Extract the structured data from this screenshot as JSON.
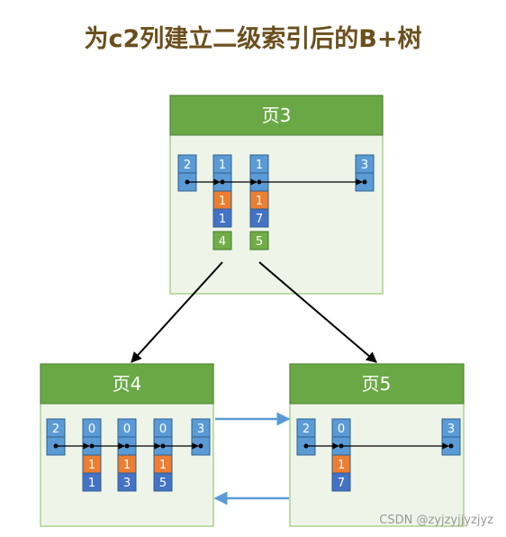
{
  "title": "为c2列建立二级索引后的B+树",
  "watermark": "CSDN @zyjzyjjyzjyz",
  "colors": {
    "header": "#6aa845",
    "page_bg": "#eef5e8",
    "page_border": "#a9d28e",
    "c2_cell": "#5b9bd5",
    "c1_cell": "#ed7d31",
    "pk_cell": "#4472c4",
    "pageno_cell": "#70ad47",
    "link_arrow": "#5b9bd5"
  },
  "pages": [
    {
      "label": "页3",
      "records": [
        {
          "c2": "2"
        },
        {
          "c2": "1",
          "c1": "1",
          "pk": "1",
          "page": "4"
        },
        {
          "c2": "1",
          "c1": "1",
          "pk": "7",
          "page": "5"
        },
        {
          "c2": "3"
        }
      ]
    },
    {
      "label": "页4",
      "records": [
        {
          "c2": "2"
        },
        {
          "c2": "0",
          "c1": "1",
          "pk": "1"
        },
        {
          "c2": "0",
          "c1": "1",
          "pk": "3"
        },
        {
          "c2": "0",
          "c1": "1",
          "pk": "5"
        },
        {
          "c2": "3"
        }
      ]
    },
    {
      "label": "页5",
      "records": [
        {
          "c2": "2"
        },
        {
          "c2": "0",
          "c1": "1",
          "pk": "7"
        },
        {
          "c2": "3"
        }
      ]
    }
  ]
}
